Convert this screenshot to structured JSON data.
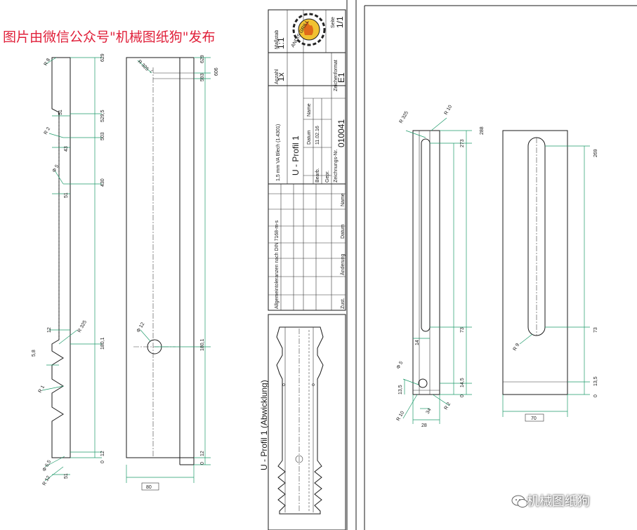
{
  "watermark_text": "图片由微信公众号\"机械图纸狗\"发布",
  "brand_text": "机械图纸狗",
  "colors": {
    "dimension": "#1e9a6a",
    "watermark": "#e0203a"
  },
  "title_block": {
    "scale": "1:1",
    "scale_label": "Maßstab",
    "sheet": "1/1",
    "sheet_label": "Seite",
    "count": "1x",
    "count_label": "Anzahl",
    "material": "1,5 mm VA Blech (1.4301)",
    "part_name": "U - Profil 1",
    "drawing_number": "010041",
    "format": "E1",
    "format_label": "Zeichenformat",
    "tolerance": "Allgemeintoleranzen nach DIN 7168-m-s",
    "date_value": "11.02.16",
    "date_label": "Datum",
    "name_label": "Name",
    "drawn_label": "Bearb.",
    "checked_label": "Gepr.",
    "number_label": "Zeichnungs-Nr.",
    "change_label": "Änderung",
    "date2_label": "Datum",
    "name2_label": "Name",
    "status_label": "Zust.",
    "logo_text": "ANDIS GRILL"
  },
  "flat_pattern_label": "U - Profil 1 (Abwicklung)",
  "left_view": {
    "dims": [
      "629",
      "529,5",
      "503",
      "430",
      "180,1",
      "12",
      "0"
    ],
    "labels": [
      "R 8",
      "51",
      "R 2",
      "43",
      "Φ 5",
      "51",
      "12",
      "5,8",
      "R 325",
      "R 1",
      "Φ 6,5",
      "R 12",
      "51"
    ]
  },
  "middle_view": {
    "dims": [
      "629",
      "593",
      "606",
      "180,1",
      "12",
      "0"
    ],
    "labels": [
      "R 325",
      "Φ 12",
      "80"
    ]
  },
  "right_view_a": {
    "dims": [
      "288",
      "273",
      "73",
      "14,5",
      "0"
    ],
    "labels": [
      "R 325",
      "R 10",
      "14",
      "13,5",
      "Φ 5",
      "R 10",
      "28",
      "R 2",
      "34"
    ]
  },
  "right_view_b": {
    "dims": [
      "269",
      "73",
      "13,5",
      "0"
    ],
    "labels": [
      "R 9",
      "70"
    ]
  }
}
